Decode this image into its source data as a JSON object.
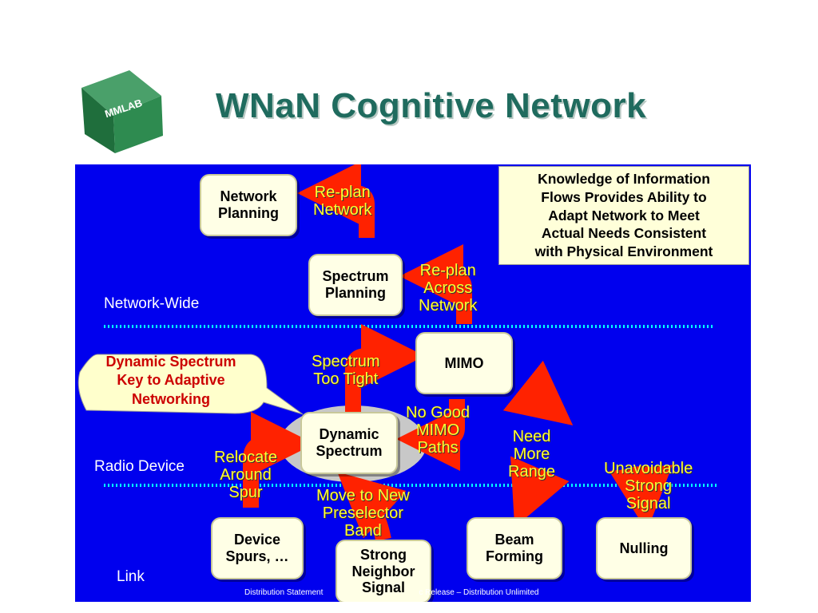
{
  "logo": {
    "text": "MMLAB"
  },
  "title": "WNaN Cognitive Network",
  "info_box": [
    "Knowledge of Information",
    "Flows Provides Ability to",
    "Adapt Network to Meet",
    "Actual Needs Consistent",
    "with Physical Environment"
  ],
  "callout": [
    "Dynamic Spectrum",
    "Key to Adaptive",
    "Networking"
  ],
  "levels": {
    "network_wide": "Network-Wide",
    "radio_device": "Radio Device",
    "link": "Link"
  },
  "nodes": {
    "network_planning": [
      "Network",
      "Planning"
    ],
    "spectrum_planning": [
      "Spectrum",
      "Planning"
    ],
    "mimo": [
      "MIMO"
    ],
    "dynamic_spectrum": [
      "Dynamic",
      "Spectrum"
    ],
    "device_spurs": [
      "Device",
      "Spurs, …"
    ],
    "strong_neighbor": [
      "Strong",
      "Neighbor",
      "Signal"
    ],
    "beam_forming": [
      "Beam",
      "Forming"
    ],
    "nulling": [
      "Nulling"
    ]
  },
  "arrow_labels": {
    "replan_network": [
      "Re-plan",
      "Network"
    ],
    "replan_across": [
      "Re-plan",
      "Across",
      "Network"
    ],
    "spectrum_too_tight": [
      "Spectrum",
      "Too Tight"
    ],
    "no_good_mimo": [
      "No Good",
      "MIMO",
      "Paths"
    ],
    "need_more_range": [
      "Need",
      "More",
      "Range"
    ],
    "unavoidable": [
      "Unavoidable",
      "Strong",
      "Signal"
    ],
    "relocate": [
      "Relocate",
      "Around",
      "Spur"
    ],
    "move_to_new": [
      "Move to New",
      "Preselector",
      "Band"
    ]
  },
  "footer": {
    "left": "Distribution Statement",
    "right": "c Release – Distribution Unlimited"
  },
  "colors": {
    "panel": "#0000ee",
    "arrow": "#ff2200",
    "label": "#ffff33",
    "title": "#1f6b5e",
    "dots": "#00ffff"
  }
}
